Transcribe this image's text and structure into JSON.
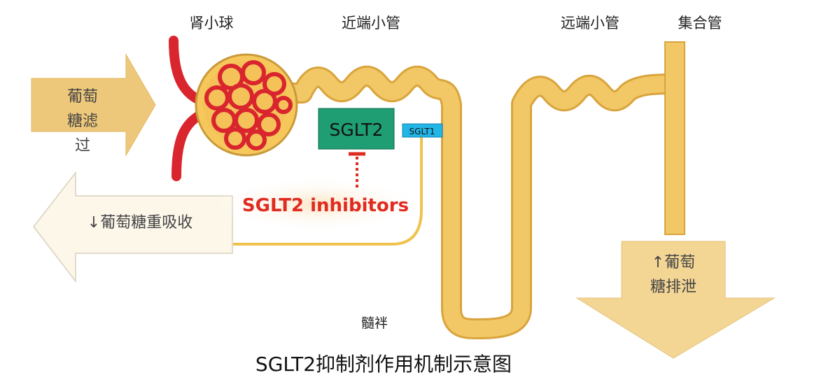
{
  "labels": {
    "glomerulus": "肾小球",
    "proximal_tubule": "近端小管",
    "distal_tubule": "远端小管",
    "collecting_duct": "集合管",
    "loop_of_henle": "髓袢",
    "glucose_filtration_line1": "葡萄",
    "glucose_filtration_line2": "糖滤",
    "glucose_filtration_line3": "过",
    "reabsorption": "↓葡萄糖重吸收",
    "excretion_line1": "↑葡萄",
    "excretion_line2": "糖排泄",
    "sglt2": "SGLT2",
    "sglt1": "SGLT1",
    "inhibitors": "SGLT2 inhibitors",
    "caption": "SGLT2抑制剂作用机制示意图"
  },
  "colors": {
    "tubule": "#f2c766",
    "tubule_edge": "#d9a43c",
    "sglt2_box": "#1f9e74",
    "sglt1_box": "#22b5e6",
    "inhibitor_text": "#e02b20",
    "vessel": "#d9252e",
    "arrow_filtration": "#eec87a",
    "arrow_excretion": "#f3d594",
    "arrow_reabsorption": "#fdf7ea"
  }
}
